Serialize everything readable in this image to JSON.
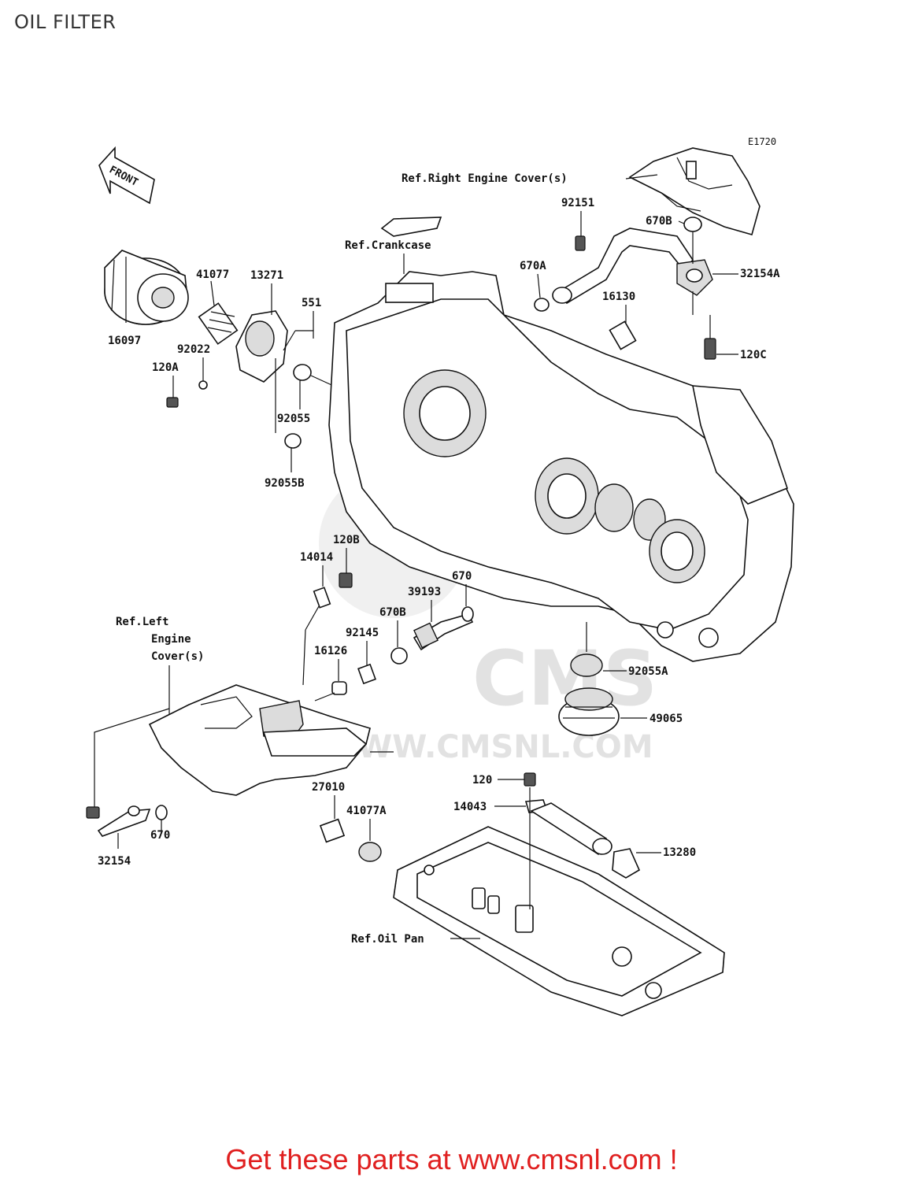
{
  "page": {
    "title": "OIL FILTER",
    "diagram_code": "E1720"
  },
  "front_arrow": {
    "label": "FRONT"
  },
  "watermark": {
    "logo_text": "CMS",
    "url_text": "WWW.CMSNL.COM"
  },
  "refs": {
    "right_engine_cover": "Ref.Right Engine Cover(s)",
    "crankcase": "Ref.Crankcase",
    "left_engine_cover_1": "Ref.Left",
    "left_engine_cover_2": "Engine",
    "left_engine_cover_3": "Cover(s)",
    "oil_pan": "Ref.Oil Pan"
  },
  "parts": {
    "p16097": "16097",
    "p41077": "41077",
    "p13271": "13271",
    "p551": "551",
    "p92022": "92022",
    "p120A": "120A",
    "p92055": "92055",
    "p92055B": "92055B",
    "p92151": "92151",
    "p670A": "670A",
    "p670B_top": "670B",
    "p32154A": "32154A",
    "p16130": "16130",
    "p120C": "120C",
    "p14014": "14014",
    "p120B": "120B",
    "p670_mid": "670",
    "p39193": "39193",
    "p670B_mid": "670B",
    "p92145": "92145",
    "p16126": "16126",
    "p92055A": "92055A",
    "p49065": "49065",
    "p120": "120",
    "p14043": "14043",
    "p13280": "13280",
    "p27010": "27010",
    "p41077A": "41077A",
    "p670_low": "670",
    "p32154": "32154"
  },
  "footer": {
    "cta": "Get these parts at www.cmsnl.com !",
    "cta_color": "#e02020"
  }
}
